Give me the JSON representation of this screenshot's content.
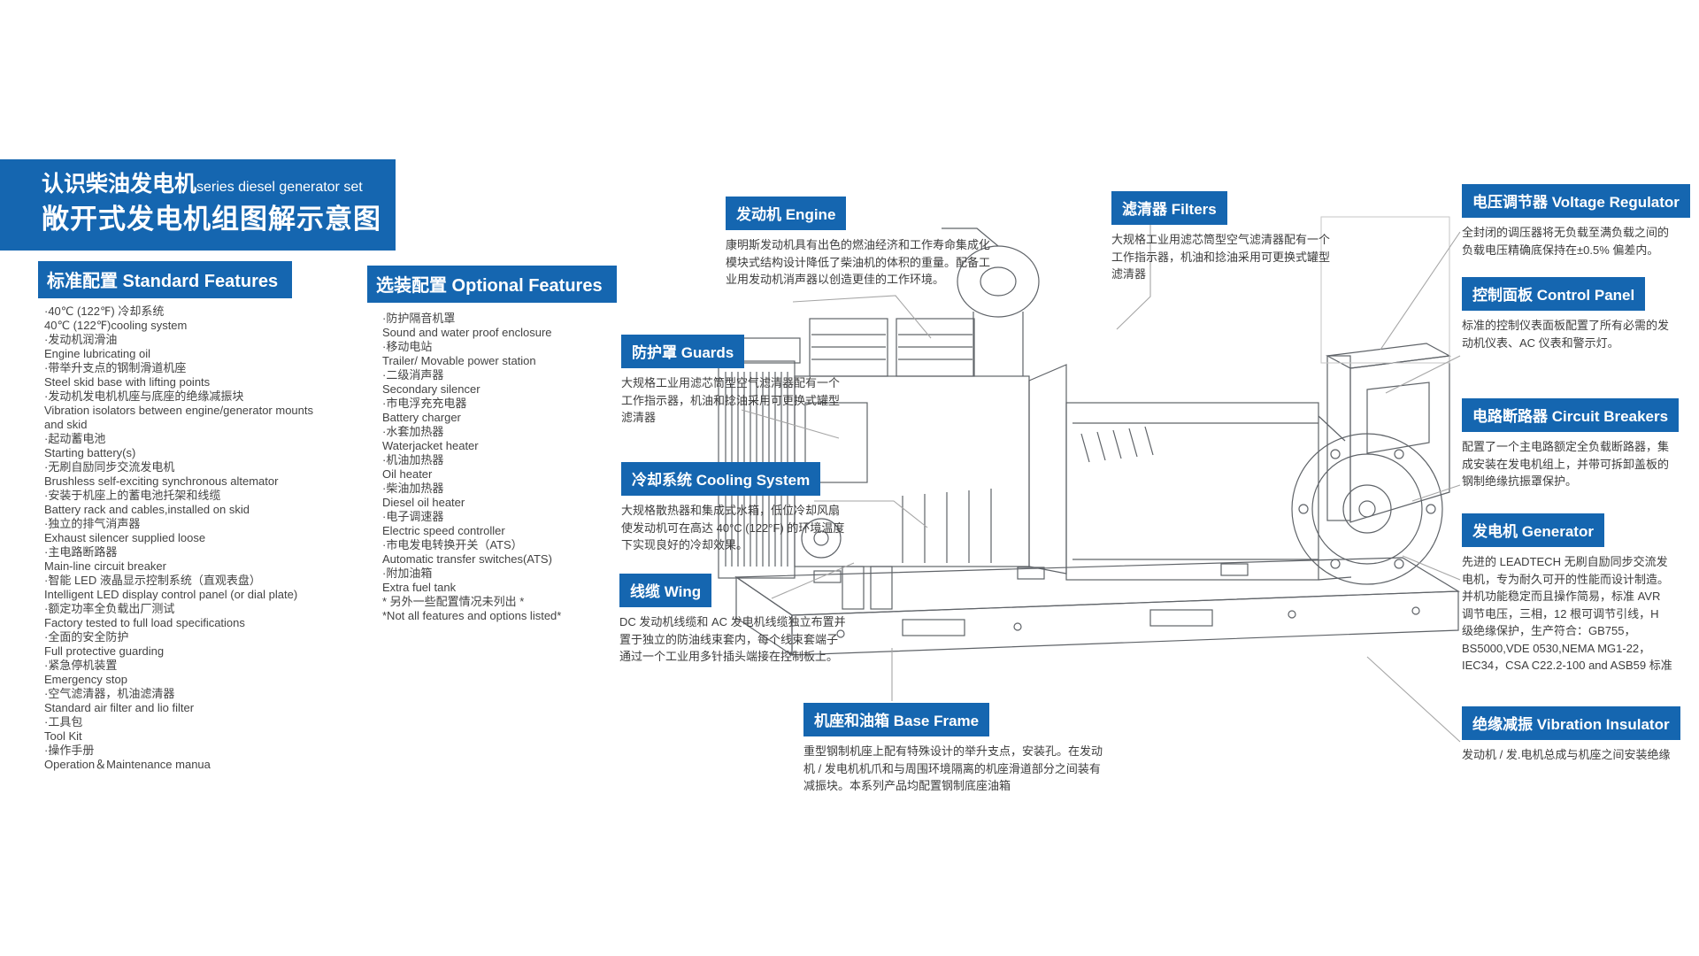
{
  "colors": {
    "accent_blue": "#1566b0",
    "body_text": "#3d3d3d",
    "drawing_line": "#5f6368",
    "leader_line": "#a6a6a6"
  },
  "header": {
    "title_cn": "认识柴油发电机",
    "title_en": "series diesel generator set",
    "subtitle": "敞开式发电机组图解示意图"
  },
  "standard_features": {
    "heading": "标准配置 Standard Features",
    "items": [
      "·40℃ (122℉) 冷却系统",
      "40℃ (122℉)cooling system",
      "·发动机润滑油",
      "Engine lubricating oil",
      "·带举升支点的钢制滑道机座",
      "Steel skid base with lifting points",
      "·发动机发电机机座与底座的绝缘减振块",
      "Vibration isolators between engine/generator mounts and skid",
      "·起动蓄电池",
      "Starting battery(s)",
      "·无刷自励同步交流发电机",
      "Brushless self-exciting synchronous altemator",
      "·安装于机座上的蓄电池托架和线缆",
      "Battery rack and cables,installed on skid",
      "·独立的排气消声器",
      "Exhaust silencer supplied loose",
      "·主电路断路器",
      "Main-line circuit breaker",
      "·智能 LED 液晶显示控制系统（直观表盘）",
      "Intelligent LED display control panel (or dial plate)",
      "·额定功率全负载出厂测试",
      "Factory tested to full load specifications",
      "·全面的安全防护",
      "Full protective guarding",
      "·紧急停机装置",
      "Emergency stop",
      "·空气滤清器，机油滤清器",
      "Standard air filter and lio filter",
      "·工具包",
      "Tool Kit",
      "·操作手册",
      "Operation＆Maintenance manua"
    ]
  },
  "optional_features": {
    "heading": "选装配置 Optional Features",
    "items": [
      "·防护隔音机罩",
      "Sound and water proof enclosure",
      "·移动电站",
      "Trailer/ Movable power station",
      "·二级消声器",
      "Secondary silencer",
      "·市电浮充充电器",
      "Battery charger",
      "·水套加热器",
      "Waterjacket heater",
      "·机油加热器",
      "Oil heater",
      "·柴油加热器",
      "Diesel oil heater",
      "·电子调速器",
      "Electric speed controller",
      "·市电发电转换开关（ATS）",
      "Automatic transfer switches(ATS)",
      "·附加油箱",
      "Extra fuel tank",
      "* 另外一些配置情况未列出 *",
      "*Not all features and options listed*"
    ]
  },
  "callouts": {
    "engine": {
      "title": "发动机 Engine",
      "body": "康明斯发动机具有出色的燃油经济和工作寿命集成化模块式结构设计降低了柴油机的体积的重量。配备工业用发动机消声器以创造更佳的工作环境。"
    },
    "guards": {
      "title": "防护罩 Guards",
      "body": "大规格工业用滤芯筒型空气滤清器配有一个工作指示器，机油和捻油采用可更换式罐型滤清器"
    },
    "cooling": {
      "title": "冷却系统 Cooling System",
      "body": "大规格散热器和集成式水箱，低位冷却风扇使发动机可在高达 40°C (122°F) 的环境温度下实现良好的冷却效果。"
    },
    "wing": {
      "title": "线缆 Wing",
      "body": "DC 发动机线缆和 AC 发电机线缆独立布置并置于独立的防油线束套内，每个线束套端子通过一个工业用多针插头端接在控制板上。"
    },
    "base_frame": {
      "title": "机座和油箱 Base Frame",
      "body": "重型钢制机座上配有特殊设计的举升支点，安装孔。在发动机 / 发电机机爪和与周围环境隔离的机座滑道部分之间装有减振块。本系列产品均配置钢制底座油箱"
    },
    "filters": {
      "title": "滤清器 Filters",
      "body": "大规格工业用滤芯筒型空气滤清器配有一个工作指示器，机油和捻油采用可更换式罐型滤清器"
    },
    "voltage_regulator": {
      "title": "电压调节器 Voltage Regulator",
      "body": "全封闭的调压器将无负载至满负载之间的负载电压精确底保持在±0.5% 偏差内。"
    },
    "control_panel": {
      "title": "控制面板 Control Panel",
      "body": "标准的控制仪表面板配置了所有必需的发动机仪表、AC 仪表和警示灯。"
    },
    "circuit_breakers": {
      "title": "电路断路器 Circuit Breakers",
      "body": "配置了一个主电路额定全负载断路器，集成安装在发电机组上，并带可拆卸盖板的钢制绝缘抗振罩保护。"
    },
    "generator": {
      "title": "发电机 Generator",
      "body": "先进的 LEADTECH 无刷自励同步交流发电机，专为耐久可开的性能而设计制造。并机功能稳定而且操作简易，标准 AVR 调节电压，三相，12 根可调节引线，H 级绝缘保护，生产符合：GB755，BS5000,VDE 0530,NEMA MG1-22，IEC34，CSA C22.2-100 and ASB59 标准"
    },
    "vibration_insulator": {
      "title": "绝缘减振 Vibration Insulator",
      "body": "发动机 / 发.电机总成与机座之间安装绝缘"
    }
  }
}
